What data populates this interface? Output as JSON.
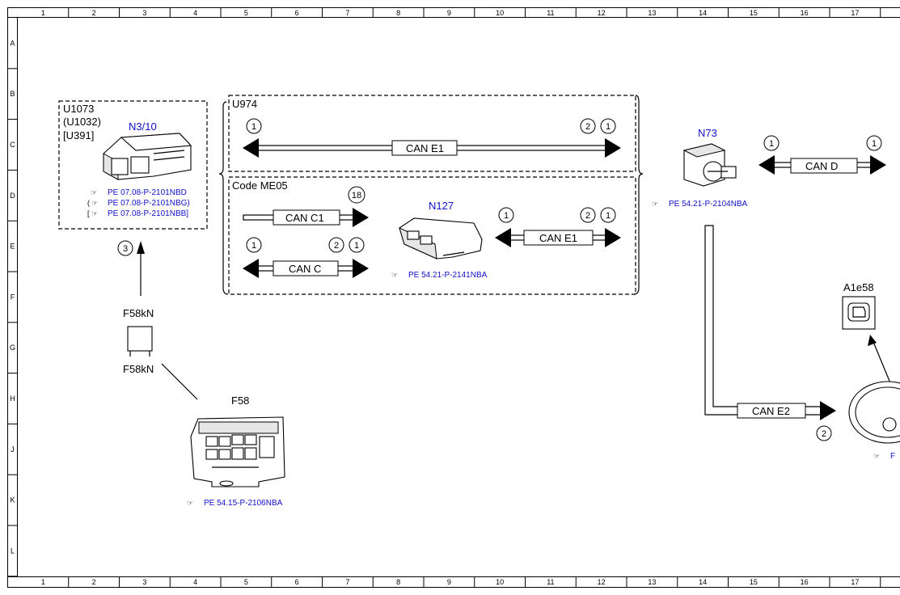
{
  "frame": {
    "columns": [
      "1",
      "2",
      "3",
      "4",
      "5",
      "6",
      "7",
      "8",
      "9",
      "10",
      "11",
      "12",
      "13",
      "14",
      "15",
      "16",
      "17"
    ],
    "rows": [
      "A",
      "B",
      "C",
      "D",
      "E",
      "F",
      "G",
      "H",
      "J",
      "K",
      "L"
    ]
  },
  "components": {
    "ecu_group": {
      "lines": [
        "U1073",
        "(U1032)",
        "[U391]"
      ],
      "name": "N3/10",
      "refs": [
        "PE 07.08-P-2101NBD",
        "(",
        "PE 07.08-P-2101NBG)",
        "[",
        "PE 07.08-P-2101NBB]"
      ]
    },
    "u974": {
      "label": "U974"
    },
    "me05": {
      "label": "Code ME05"
    },
    "n127": {
      "name": "N127",
      "ref": "PE 54.21-P-2141NBA"
    },
    "n73": {
      "name": "N73",
      "ref": "PE 54.21-P-2104NBA"
    },
    "fuse_relay": {
      "label_top": "F58kN",
      "label_bottom": "F58kN"
    },
    "f58": {
      "name": "F58",
      "ref": "PE 54.15-P-2106NBA"
    },
    "a1e58": {
      "name": "A1e58"
    },
    "cluster": {
      "ref_partial": "F"
    }
  },
  "buses": {
    "can_e1_top": "CAN E1",
    "can_c1": "CAN C1",
    "can_c": "CAN C",
    "can_e1_mid": "CAN E1",
    "can_d": "CAN D",
    "can_e2": "CAN E2"
  },
  "pins": {
    "p_can_e1_top_left": "1",
    "p_can_e1_top_r2": "2",
    "p_can_e1_top_r1": "1",
    "p_can_c1": "18",
    "p_can_c_left": "1",
    "p_can_c_r2": "2",
    "p_can_c_r1": "1",
    "p_can_e1_mid_left": "1",
    "p_can_e1_mid_r2": "2",
    "p_can_e1_mid_r1": "1",
    "p_can_d_left": "1",
    "p_can_d_right": "1",
    "p_can_e2": "2",
    "p_ecu": "3"
  },
  "colors": {
    "line": "#000000",
    "reference_text": "#1010c8"
  }
}
